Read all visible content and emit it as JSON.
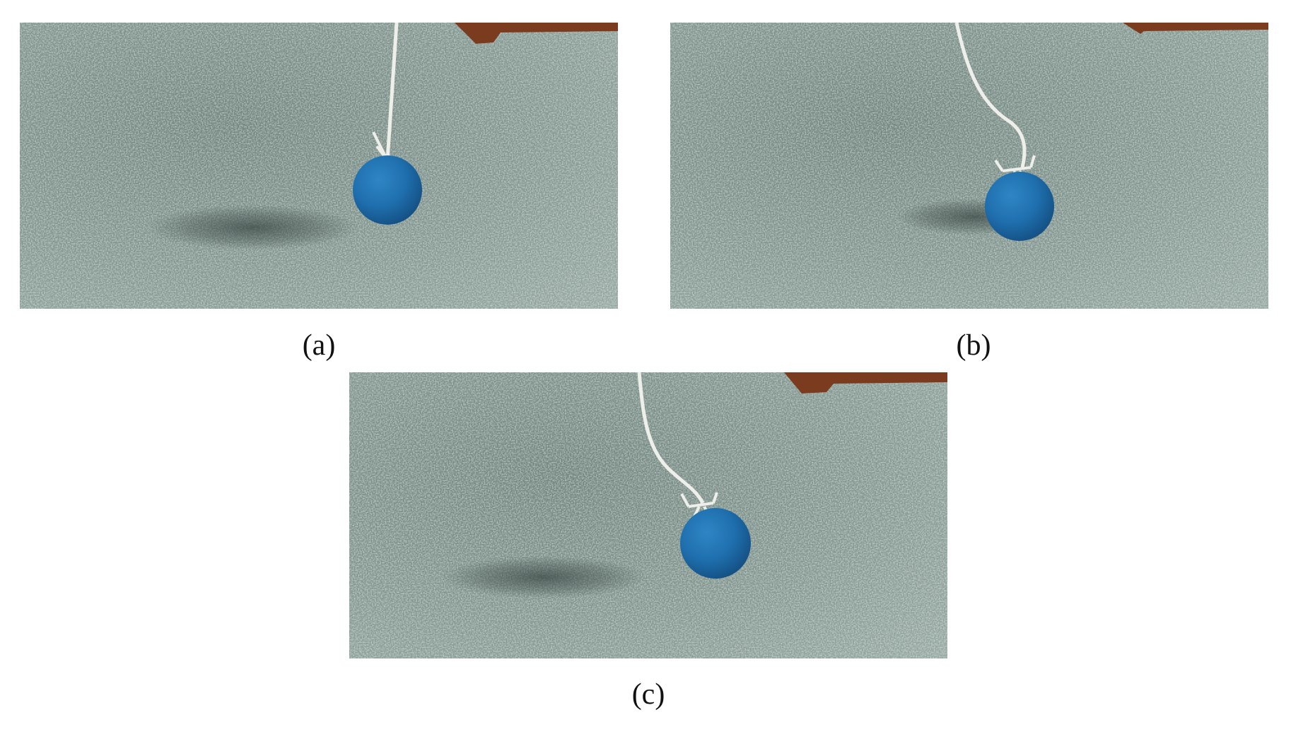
{
  "figure": {
    "panels": [
      {
        "id": "a",
        "caption": "(a)",
        "subject": "ball-on-string",
        "ball_color": "#1f6fae",
        "carpet_color": "#7f938c",
        "furniture_color": "#7a3b1e"
      },
      {
        "id": "b",
        "caption": "(b)",
        "subject": "ball-on-string",
        "ball_color": "#1f6fae",
        "carpet_color": "#7f938c",
        "furniture_color": "#7a3b1e"
      },
      {
        "id": "c",
        "caption": "(c)",
        "subject": "ball-on-string",
        "ball_color": "#1f6fae",
        "carpet_color": "#7f938c",
        "furniture_color": "#7a3b1e"
      }
    ]
  }
}
